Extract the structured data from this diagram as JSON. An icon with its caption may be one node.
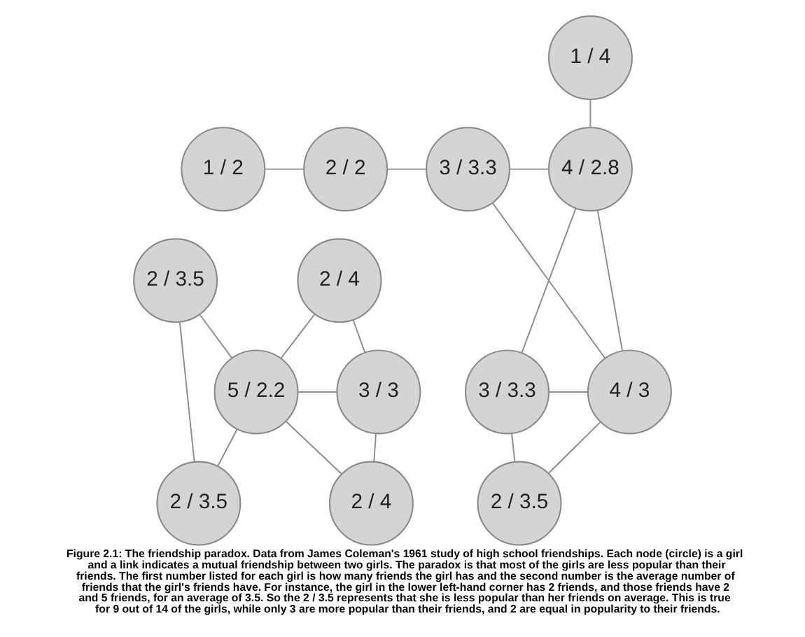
{
  "diagram": {
    "caption": "Figure 2.1: The friendship paradox. Data from James Coleman's 1961 study of high school friendships. Each node (circle) is a girl and a link indicates a mutual friendship between two girls. The paradox is that most of the girls are less popular than their friends. The first number listed for each girl is how many friends the girl has and the second number is the average number of friends that the girl's friends have. For instance, the girl in the lower left-hand corner has 2 friends, and those friends have 2 and 5 friends, for an average of 3.5. So the 2 / 3.5 represents that she is less popular than her friends on average. This is true for 9 out of 14 of the girls, while only 3 are more popular than their friends, and 2 are equal in popularity to their friends.",
    "nodes": [
      {
        "text": [
          "1 / 4"
        ]
      },
      {
        "text": [
          "1 / 2"
        ]
      },
      {
        "text": [
          "2 / 2"
        ]
      },
      {
        "text": [
          "3 / 3.3"
        ]
      },
      {
        "text": [
          "4 / 2.8"
        ]
      },
      {
        "text": [
          "2 / 3.5"
        ]
      },
      {
        "text": [
          "2 / 4"
        ]
      },
      {
        "text": [
          "5 / 2.2"
        ]
      },
      {
        "text": [
          "3 / 3"
        ]
      },
      {
        "text": [
          "3 / 3.3"
        ]
      },
      {
        "text": [
          "4 / 3"
        ]
      },
      {
        "text": [
          "2 / 3.5"
        ]
      },
      {
        "text": [
          "2 / 4"
        ]
      },
      {
        "text": [
          "2 / 3.5"
        ]
      }
    ],
    "edges": [
      {
        "from": 1,
        "to": 2,
        "arrow": "none"
      },
      {
        "from": 2,
        "to": 3,
        "arrow": "none"
      },
      {
        "from": 3,
        "to": 4,
        "arrow": "none"
      },
      {
        "from": 0,
        "to": 4,
        "arrow": "none"
      },
      {
        "from": 3,
        "to": 10,
        "arrow": "none"
      },
      {
        "from": 4,
        "to": 9,
        "arrow": "none"
      },
      {
        "from": 4,
        "to": 10,
        "arrow": "none"
      },
      {
        "from": 9,
        "to": 10,
        "arrow": "none"
      },
      {
        "from": 9,
        "to": 13,
        "arrow": "none"
      },
      {
        "from": 10,
        "to": 13,
        "arrow": "none"
      },
      {
        "from": 5,
        "to": 7,
        "arrow": "none"
      },
      {
        "from": 5,
        "to": 11,
        "arrow": "none"
      },
      {
        "from": 7,
        "to": 11,
        "arrow": "none"
      },
      {
        "from": 6,
        "to": 7,
        "arrow": "none"
      },
      {
        "from": 6,
        "to": 8,
        "arrow": "none"
      },
      {
        "from": 7,
        "to": 8,
        "arrow": "none"
      },
      {
        "from": 7,
        "to": 12,
        "arrow": "none"
      },
      {
        "from": 8,
        "to": 12,
        "arrow": "none"
      }
    ]
  }
}
